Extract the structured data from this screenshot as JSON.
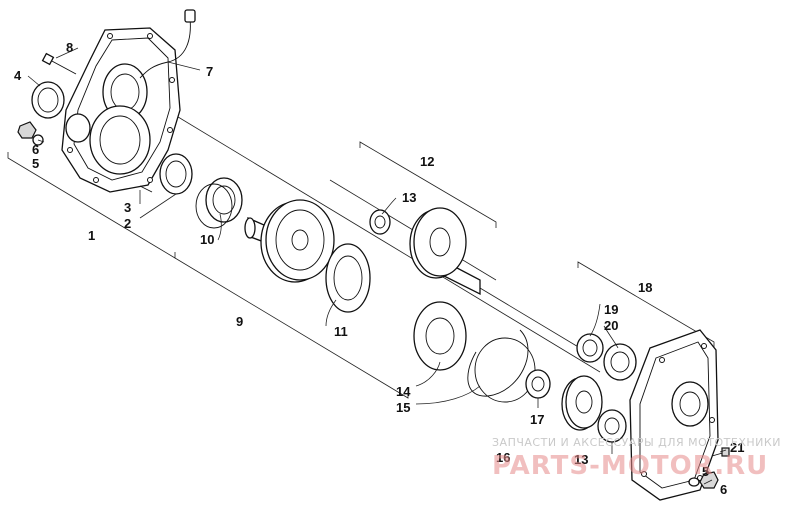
{
  "callouts": [
    {
      "id": "c1",
      "text": "1"
    },
    {
      "id": "c2",
      "text": "2"
    },
    {
      "id": "c3",
      "text": "3"
    },
    {
      "id": "c4",
      "text": "4"
    },
    {
      "id": "c5a",
      "text": "5"
    },
    {
      "id": "c5b",
      "text": "5"
    },
    {
      "id": "c6a",
      "text": "6"
    },
    {
      "id": "c6b",
      "text": "6"
    },
    {
      "id": "c7",
      "text": "7"
    },
    {
      "id": "c8",
      "text": "8"
    },
    {
      "id": "c9",
      "text": "9"
    },
    {
      "id": "c10",
      "text": "10"
    },
    {
      "id": "c11",
      "text": "11"
    },
    {
      "id": "c12",
      "text": "12"
    },
    {
      "id": "c13a",
      "text": "13"
    },
    {
      "id": "c13b",
      "text": "13"
    },
    {
      "id": "c14",
      "text": "14"
    },
    {
      "id": "c15",
      "text": "15"
    },
    {
      "id": "c16",
      "text": "16"
    },
    {
      "id": "c17",
      "text": "17"
    },
    {
      "id": "c18",
      "text": "18"
    },
    {
      "id": "c19",
      "text": "19"
    },
    {
      "id": "c20",
      "text": "20"
    },
    {
      "id": "c21",
      "text": "21"
    }
  ],
  "watermark": {
    "tagline": "ЗАПЧАСТИ И АКСЕССУАРЫ ДЛЯ МОТОТЕХНИКИ",
    "brand": "PARTS-MOTOR.RU"
  }
}
